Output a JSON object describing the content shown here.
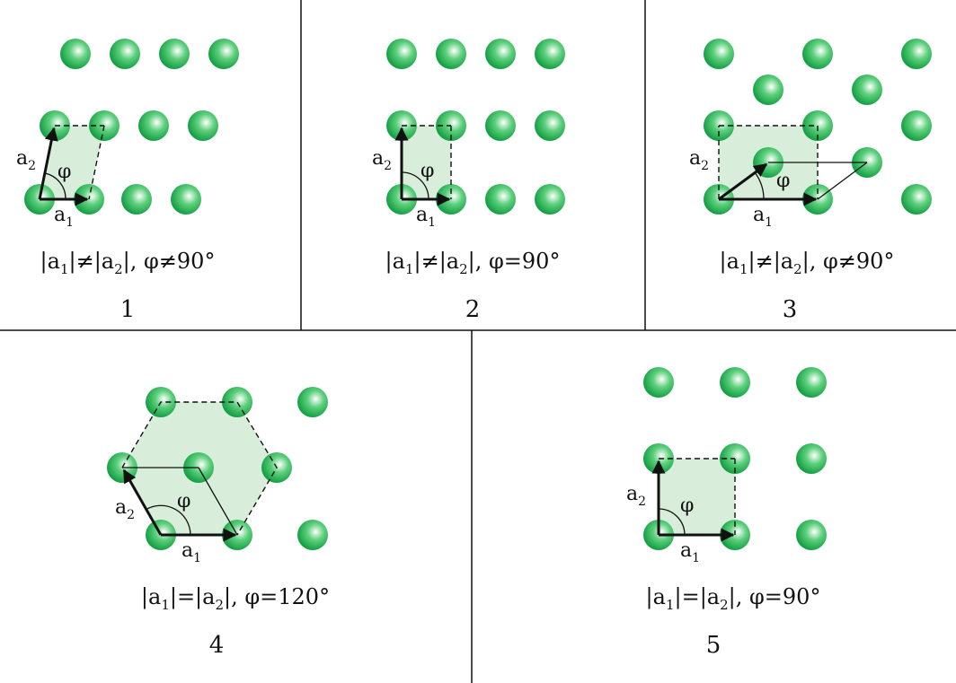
{
  "colors": {
    "atom_center": "#ffffff",
    "atom_mid": "#5fd07e",
    "atom_edge": "#16a045",
    "cell_fill": "#d8eedb",
    "line": "#111111"
  },
  "symbols": {
    "a": "a",
    "sub1": "1",
    "sub2": "2",
    "phi": "φ"
  },
  "panels": [
    {
      "number": "1",
      "condition": {
        "left": "|a",
        "mid": "|≠|a",
        "right": "|,  φ≠90°"
      }
    },
    {
      "number": "2",
      "condition": {
        "left": "|a",
        "mid": "|≠|a",
        "right": "|,  φ=90°"
      }
    },
    {
      "number": "3",
      "condition": {
        "left": "|a",
        "mid": "|≠|a",
        "right": "|,  φ≠90°"
      }
    },
    {
      "number": "4",
      "condition": {
        "left": "|a",
        "mid": "|=|a",
        "right": "|,  φ=120°"
      }
    },
    {
      "number": "5",
      "condition": {
        "left": "|a",
        "mid": "|=|a",
        "right": "|,  φ=90°"
      }
    }
  ]
}
